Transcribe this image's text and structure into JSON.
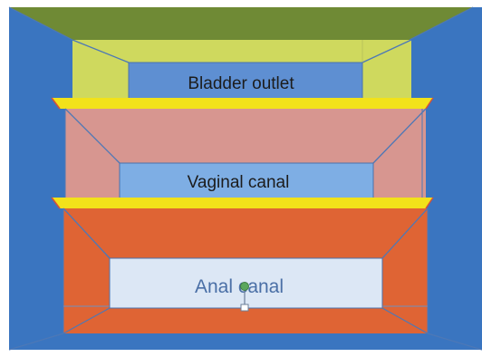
{
  "labels": {
    "bladder": "Bladder outlet",
    "vaginal": "Vaginal canal",
    "anal": "Anal canal"
  },
  "colors": {
    "background_blue": "#3a75c0",
    "top_olive": "#6f8a35",
    "bladder_frame": "#cfd95e",
    "bladder_panel": "#5e8fd2",
    "vaginal_frame": "#d79690",
    "vaginal_panel": "#7eaee4",
    "anal_frame": "#df6434",
    "anal_panel": "#dce7f5",
    "yellow_rim": "#f2e21a",
    "edge_line": "#4d78b6",
    "handle_green": "#5aa75c"
  }
}
